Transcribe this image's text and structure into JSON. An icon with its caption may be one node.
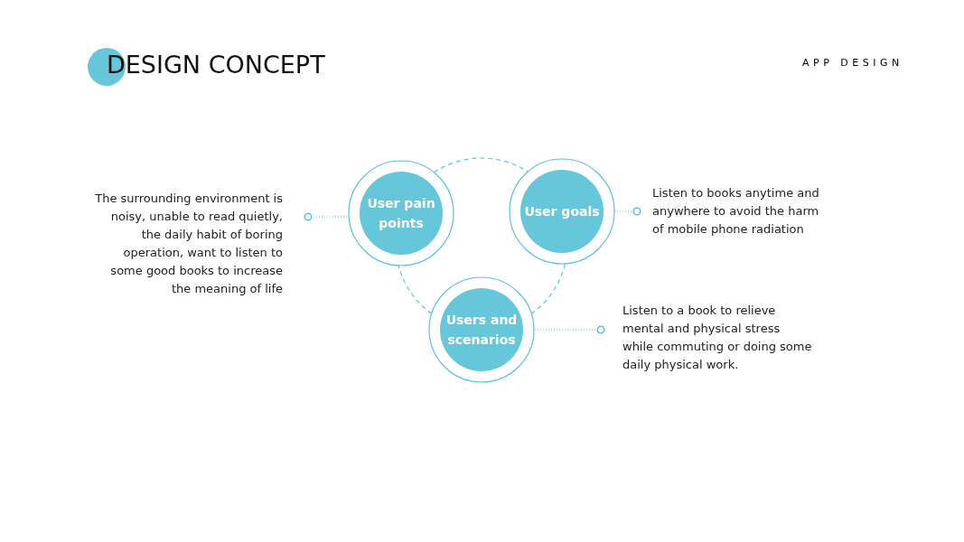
{
  "diagram": {
    "title": "DESIGN CONCEPT",
    "nodes": [
      {
        "text": [
          "User pain points"
        ]
      },
      {
        "text": [
          "User goals"
        ]
      },
      {
        "text": [
          "Users and scenarios"
        ]
      },
      {
        "text": [
          "The surrounding environment is noisy, unable to read quietly, the daily habit of boring operation, want to listen to some good books to increase the meaning of life"
        ]
      },
      {
        "text": [
          "Listen to books anytime and anywhere to avoid the harm of mobile phone radiation"
        ]
      },
      {
        "text": [
          "Listen to a book to relieve mental and physical stress while commuting or doing some daily physical work."
        ]
      }
    ],
    "edges": [
      {
        "from": 0,
        "to": 1,
        "arrow": "none",
        "style": "dashed"
      },
      {
        "from": 1,
        "to": 2,
        "arrow": "none",
        "style": "dashed"
      },
      {
        "from": 2,
        "to": 0,
        "arrow": "none",
        "style": "dashed"
      },
      {
        "from": 3,
        "to": 0,
        "arrow": "other"
      },
      {
        "from": 4,
        "to": 1,
        "arrow": "other"
      },
      {
        "from": 5,
        "to": 2,
        "arrow": "other"
      }
    ],
    "labels": [
      "APP DESIGN"
    ]
  }
}
